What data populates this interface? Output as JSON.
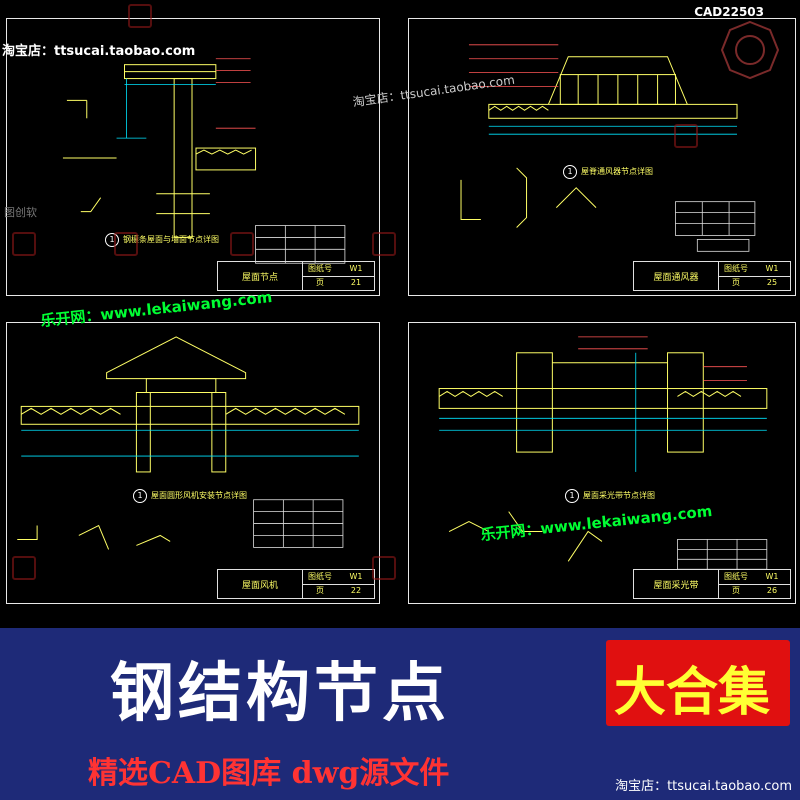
{
  "header": {
    "code": "CAD22503",
    "shop_watermark": "淘宝店：ttsucai.taobao.com",
    "shop_watermark_mid": "淘宝店：ttsucai.taobao.com",
    "site_watermark": "乐开网：www.lekaiwang.com",
    "faint_mark": "图创软"
  },
  "sheets": [
    {
      "caption": "钢檩条屋面与墙面节点详图",
      "sheet_name": "屋面节点",
      "sheet_no_label": "图纸号",
      "sheet_no": "W1",
      "page_label": "页",
      "page": "21",
      "circle": "1"
    },
    {
      "caption": "屋脊通风器节点详图",
      "sheet_name": "屋面通风器",
      "sheet_no_label": "图纸号",
      "sheet_no": "W1",
      "page_label": "页",
      "page": "25",
      "circle": "1"
    },
    {
      "caption": "屋面圆形风机安装节点详图",
      "sheet_name": "屋面风机",
      "sheet_no_label": "图纸号",
      "sheet_no": "W1",
      "page_label": "页",
      "page": "22",
      "circle": "1"
    },
    {
      "caption": "屋面采光带节点详图",
      "sheet_name": "屋面采光带",
      "sheet_no_label": "图纸号",
      "sheet_no": "W1",
      "page_label": "页",
      "page": "26",
      "circle": "1"
    }
  ],
  "banner": {
    "title": "钢结构节点",
    "badge": "大合集",
    "subtitle": "精选CAD图库  dwg源文件",
    "shop": "淘宝店：ttsucai.taobao.com"
  },
  "colors": {
    "banner_bg": "#1e2a78",
    "badge_bg": "#e01010",
    "badge_text": "#ffff33",
    "subtitle": "#ff3333",
    "cad_yellow": "#ffff66",
    "watermark_green": "#00ff33"
  }
}
